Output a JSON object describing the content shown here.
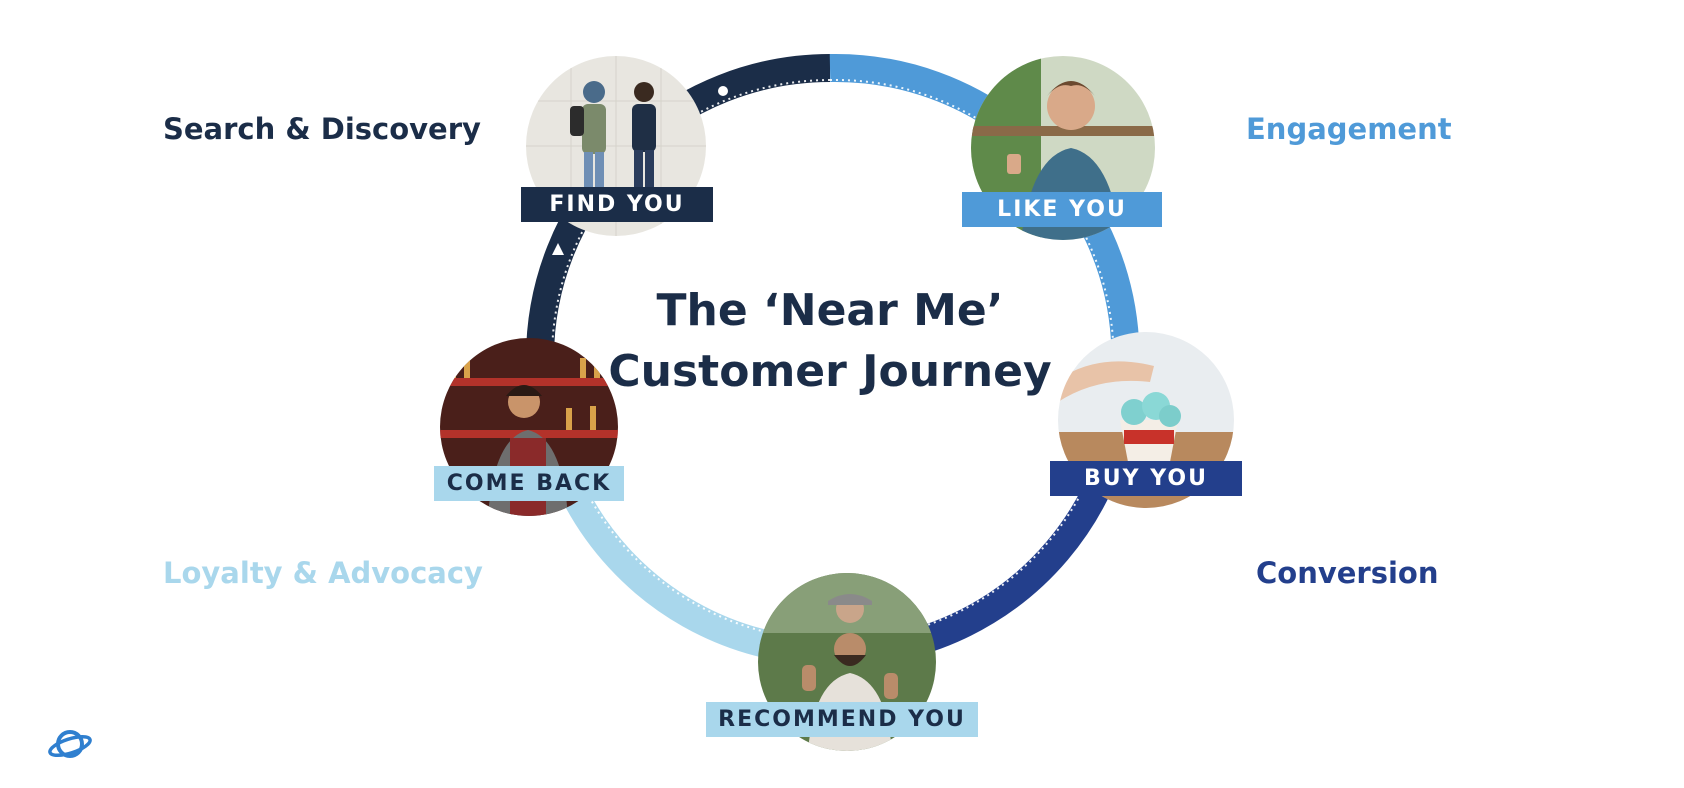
{
  "title": {
    "line1": "The ‘Near Me’",
    "line2": "Customer Journey"
  },
  "colors": {
    "navy": "#1b2d48",
    "blue": "#4f9ad8",
    "royal": "#233f8c",
    "pale": "#a9d7ec"
  },
  "stages": [
    {
      "id": "search",
      "label": "Search & Discovery",
      "tag": "FIND YOU"
    },
    {
      "id": "engagement",
      "label": "Engagement",
      "tag": "LIKE YOU"
    },
    {
      "id": "conversion",
      "label": "Conversion",
      "tag": "BUY YOU"
    },
    {
      "id": "recommend",
      "tag": "RECOMMEND YOU"
    },
    {
      "id": "loyalty",
      "label": "Loyalty & Advocacy",
      "tag": "COME BACK"
    }
  ],
  "icons": {
    "logo": "planet-logo-icon",
    "arrow": "arrow-up-icon"
  }
}
